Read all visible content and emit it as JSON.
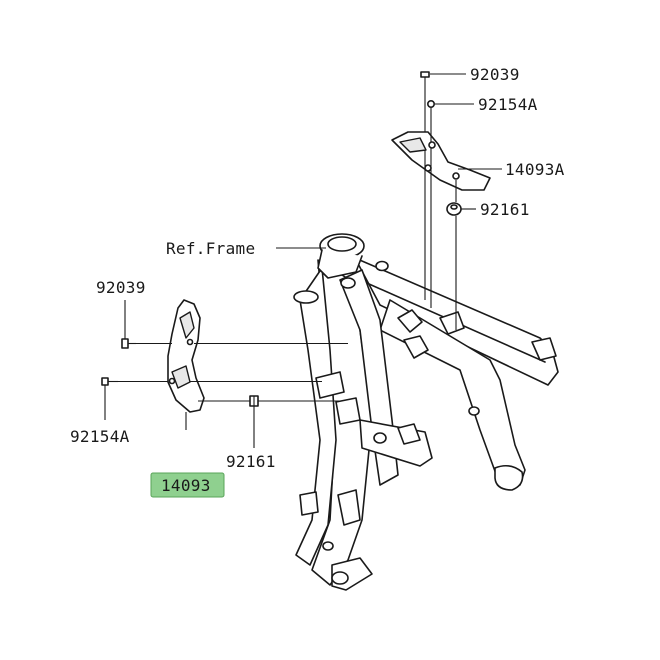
{
  "parts": {
    "bolt_top": "92039",
    "bolt_top_small": "92154A",
    "cover_right": "14093A",
    "damper_right": "92161",
    "ref_frame": "Ref.Frame",
    "bolt_left": "92039",
    "bolt_left_small": "92154A",
    "damper_left": "92161",
    "cover_left": "14093"
  },
  "colors": {
    "highlight": "#8fd08f",
    "line": "#1a1a1a"
  }
}
